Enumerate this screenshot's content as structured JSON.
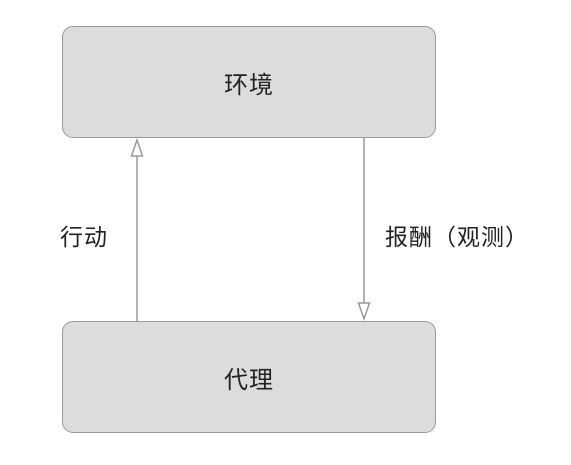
{
  "nodes": {
    "environment": "环境",
    "agent": "代理"
  },
  "edges": {
    "action": "行动",
    "reward_observation": "报酬（观测）"
  },
  "colors": {
    "box_fill": "#dcdcdc",
    "box_border": "#9a9a9a",
    "arrow": "#9a9a9a",
    "text": "#222222"
  }
}
